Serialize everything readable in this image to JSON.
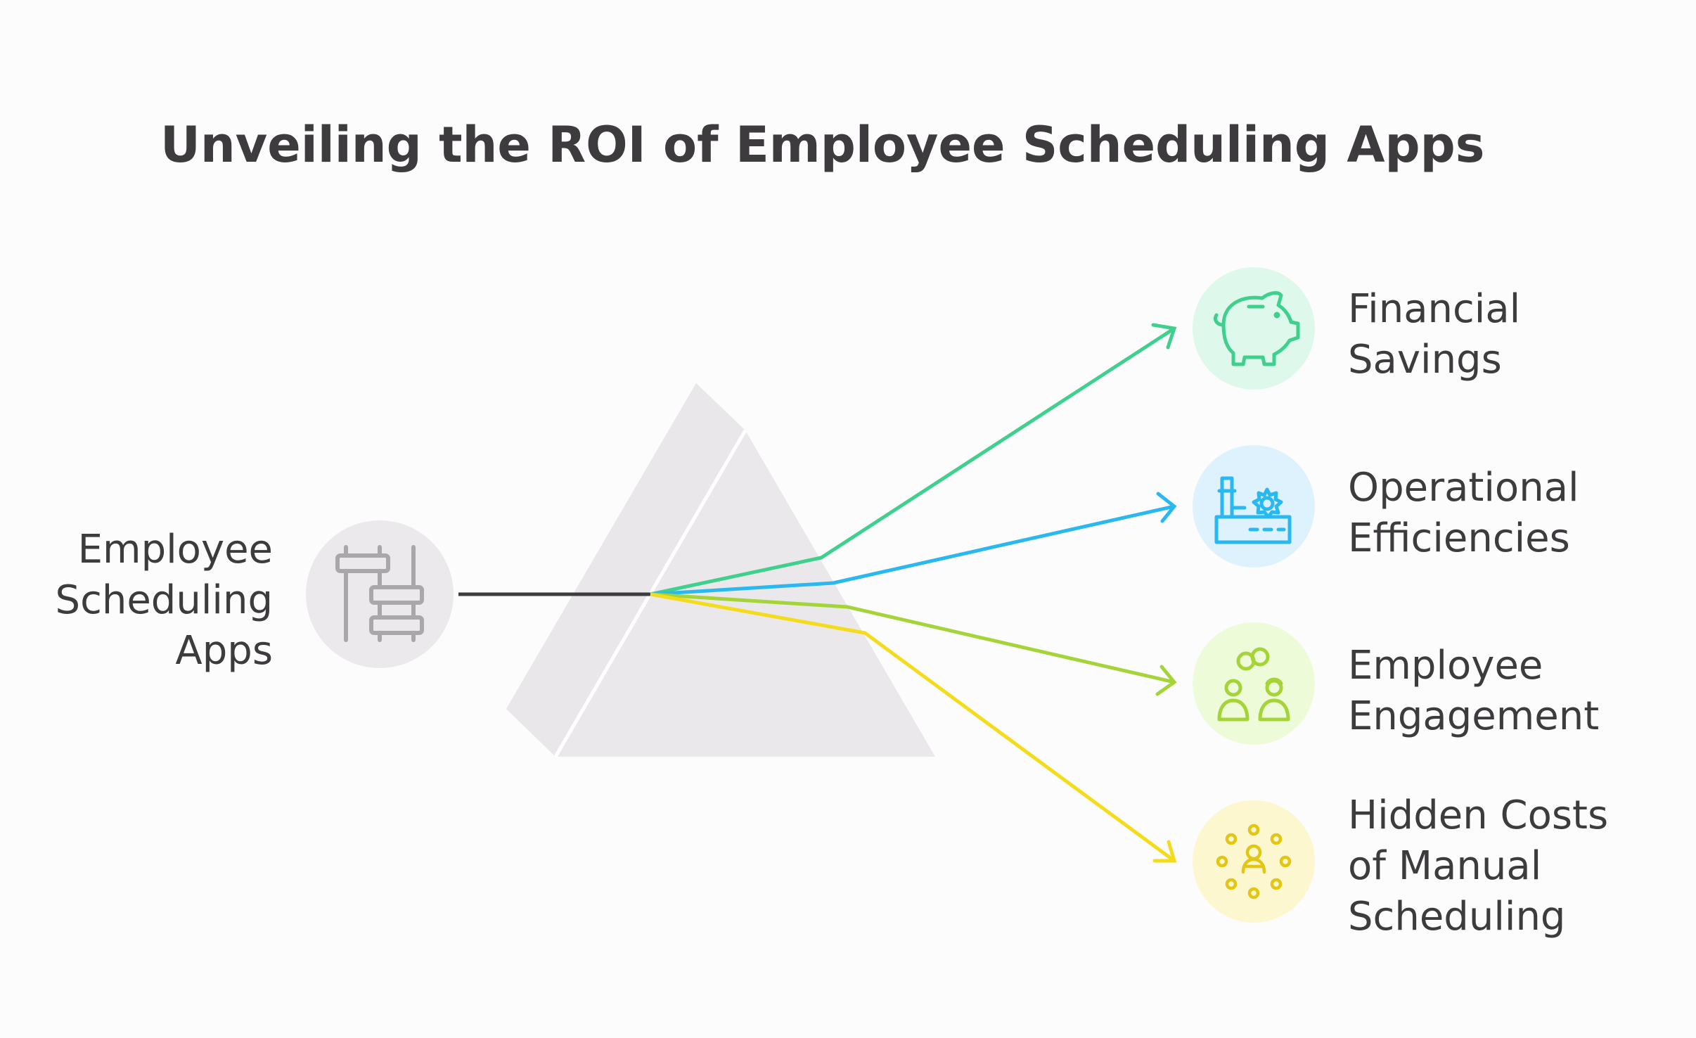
{
  "title": "Unveiling the ROI of Employee Scheduling Apps",
  "source": {
    "label_lines": [
      "Employee",
      "Scheduling",
      "Apps"
    ],
    "icon": "abacus-icon",
    "circle_color": "#ebe9eb",
    "line_color": "#3d3b3d"
  },
  "prism": {
    "color": "#eae8ea"
  },
  "outputs": [
    {
      "id": "financial-savings",
      "label_lines": [
        "Financial",
        "Savings"
      ],
      "icon": "piggy-bank-icon",
      "color": "#3fd08e",
      "circle_color": "#dff8ec"
    },
    {
      "id": "operational-efficiencies",
      "label_lines": [
        "Operational",
        "Efficiencies"
      ],
      "icon": "factory-icon",
      "color": "#29b8ef",
      "circle_color": "#ddf2fd"
    },
    {
      "id": "employee-engagement",
      "label_lines": [
        "Employee",
        "Engagement"
      ],
      "icon": "linked-people-icon",
      "color": "#a5d438",
      "circle_color": "#eefbd9"
    },
    {
      "id": "hidden-costs",
      "label_lines": [
        "Hidden Costs",
        "of Manual",
        "Scheduling"
      ],
      "icon": "people-network-icon",
      "color": "#f4dc1a",
      "circle_color": "#fdf7cf"
    }
  ]
}
